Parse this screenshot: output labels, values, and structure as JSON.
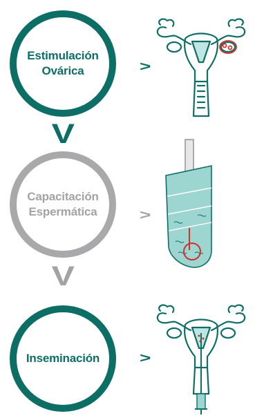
{
  "steps": [
    {
      "label": "Estimulación\nOvárica",
      "color": "#0d6e66"
    },
    {
      "label": "Capacitación\nEspermática",
      "color": "#a9a9ab"
    },
    {
      "label": "Inseminación",
      "color": "#0d6e66"
    }
  ],
  "connectors": [
    "V",
    "V"
  ],
  "arrows": [
    ">",
    ">",
    ">"
  ],
  "colors": {
    "teal": "#0d6e66",
    "gray": "#a9a9ab",
    "light_teal": "#7dc9c4",
    "red": "#d3302a"
  },
  "illustrations": [
    {
      "icon": "uterus-ovary-stimulation-icon"
    },
    {
      "icon": "sperm-capacitation-test-tube-icon"
    },
    {
      "icon": "uterus-insemination-catheter-icon"
    }
  ]
}
